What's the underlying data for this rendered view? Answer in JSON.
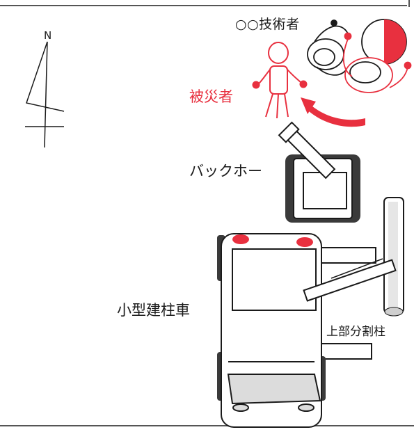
{
  "north_label": "N",
  "labels": {
    "engineer": "○○技術者",
    "victim": "被災者",
    "backhoe": "バックホー",
    "truck": "小型建柱車",
    "pole_segment": "上部分割柱"
  },
  "colors": {
    "victim": "#e8303f",
    "ink": "#1a1a1a",
    "machine_dark": "#3a3a3a",
    "panel_gray": "#dcdcdc"
  }
}
